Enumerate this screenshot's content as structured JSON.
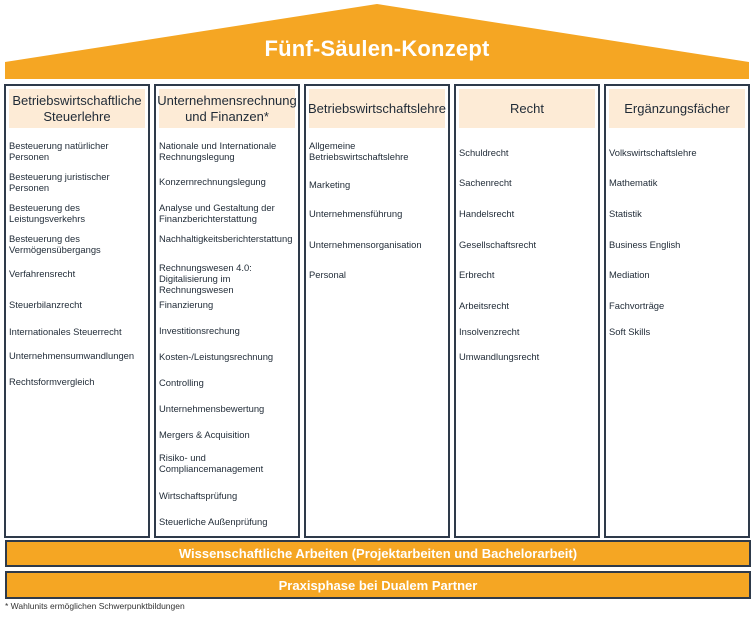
{
  "title": "Fünf-Säulen-Konzept",
  "colors": {
    "accent": "#f5a623",
    "header_fill": "#fdebd6",
    "border": "#2e3a4a",
    "text": "#1f2a36"
  },
  "pillars": [
    {
      "title": "Betriebswirtschaftliche Steuerlehre",
      "items": [
        "Besteuerung natürlicher\nPersonen",
        "Besteuerung juristischer\nPersonen",
        "Besteuerung des\nLeistungsverkehrs",
        "Besteuerung des\nVermögensübergangs",
        "Verfahrensrecht",
        "Steuerbilanzrecht",
        "Internationales Steuerrecht",
        "Unternehmensumwandlungen",
        "Rechtsformvergleich"
      ]
    },
    {
      "title": "Unternehmensrechnung und Finanzen*",
      "items": [
        "Nationale und Internationale\nRechnungslegung",
        "Konzernrechnungslegung",
        "Analyse und Gestaltung der\nFinanzberichterstattung",
        "Nachhaltigkeitsberichterstattung",
        "Rechnungswesen 4.0:\nDigitalisierung im Rechnungswesen",
        "Finanzierung",
        "Investitionsrechung",
        "Kosten-/Leistungsrechnung",
        "Controlling",
        "Unternehmensbewertung",
        "Mergers & Acquisition",
        "Risiko- und\nCompliancemanagement",
        "Wirtschaftsprüfung",
        "Steuerliche Außenprüfung"
      ]
    },
    {
      "title": "Betriebswirtschaftslehre",
      "items": [
        "Allgemeine\nBetriebswirtschaftslehre",
        "Marketing",
        "Unternehmensführung",
        "Unternehmensorganisation",
        "Personal"
      ]
    },
    {
      "title": "Recht",
      "items": [
        "Schuldrecht",
        "Sachenrecht",
        "Handelsrecht",
        "Gesellschaftsrecht",
        "Erbrecht",
        "Arbeitsrecht",
        "Insolvenzrecht",
        "Umwandlungsrecht"
      ]
    },
    {
      "title": "Ergänzungsfächer",
      "items": [
        "Volkswirtschaftslehre",
        "Mathematik",
        "Statistik",
        "Business English",
        "Mediation",
        "Fachvorträge",
        "Soft Skills"
      ]
    }
  ],
  "band_research": "Wissenschaftliche Arbeiten (Projektarbeiten und Bachelorarbeit)",
  "band_practice": "Praxisphase bei Dualem Partner",
  "footnote": "* Wahlunits ermöglichen Schwerpunktbildungen"
}
